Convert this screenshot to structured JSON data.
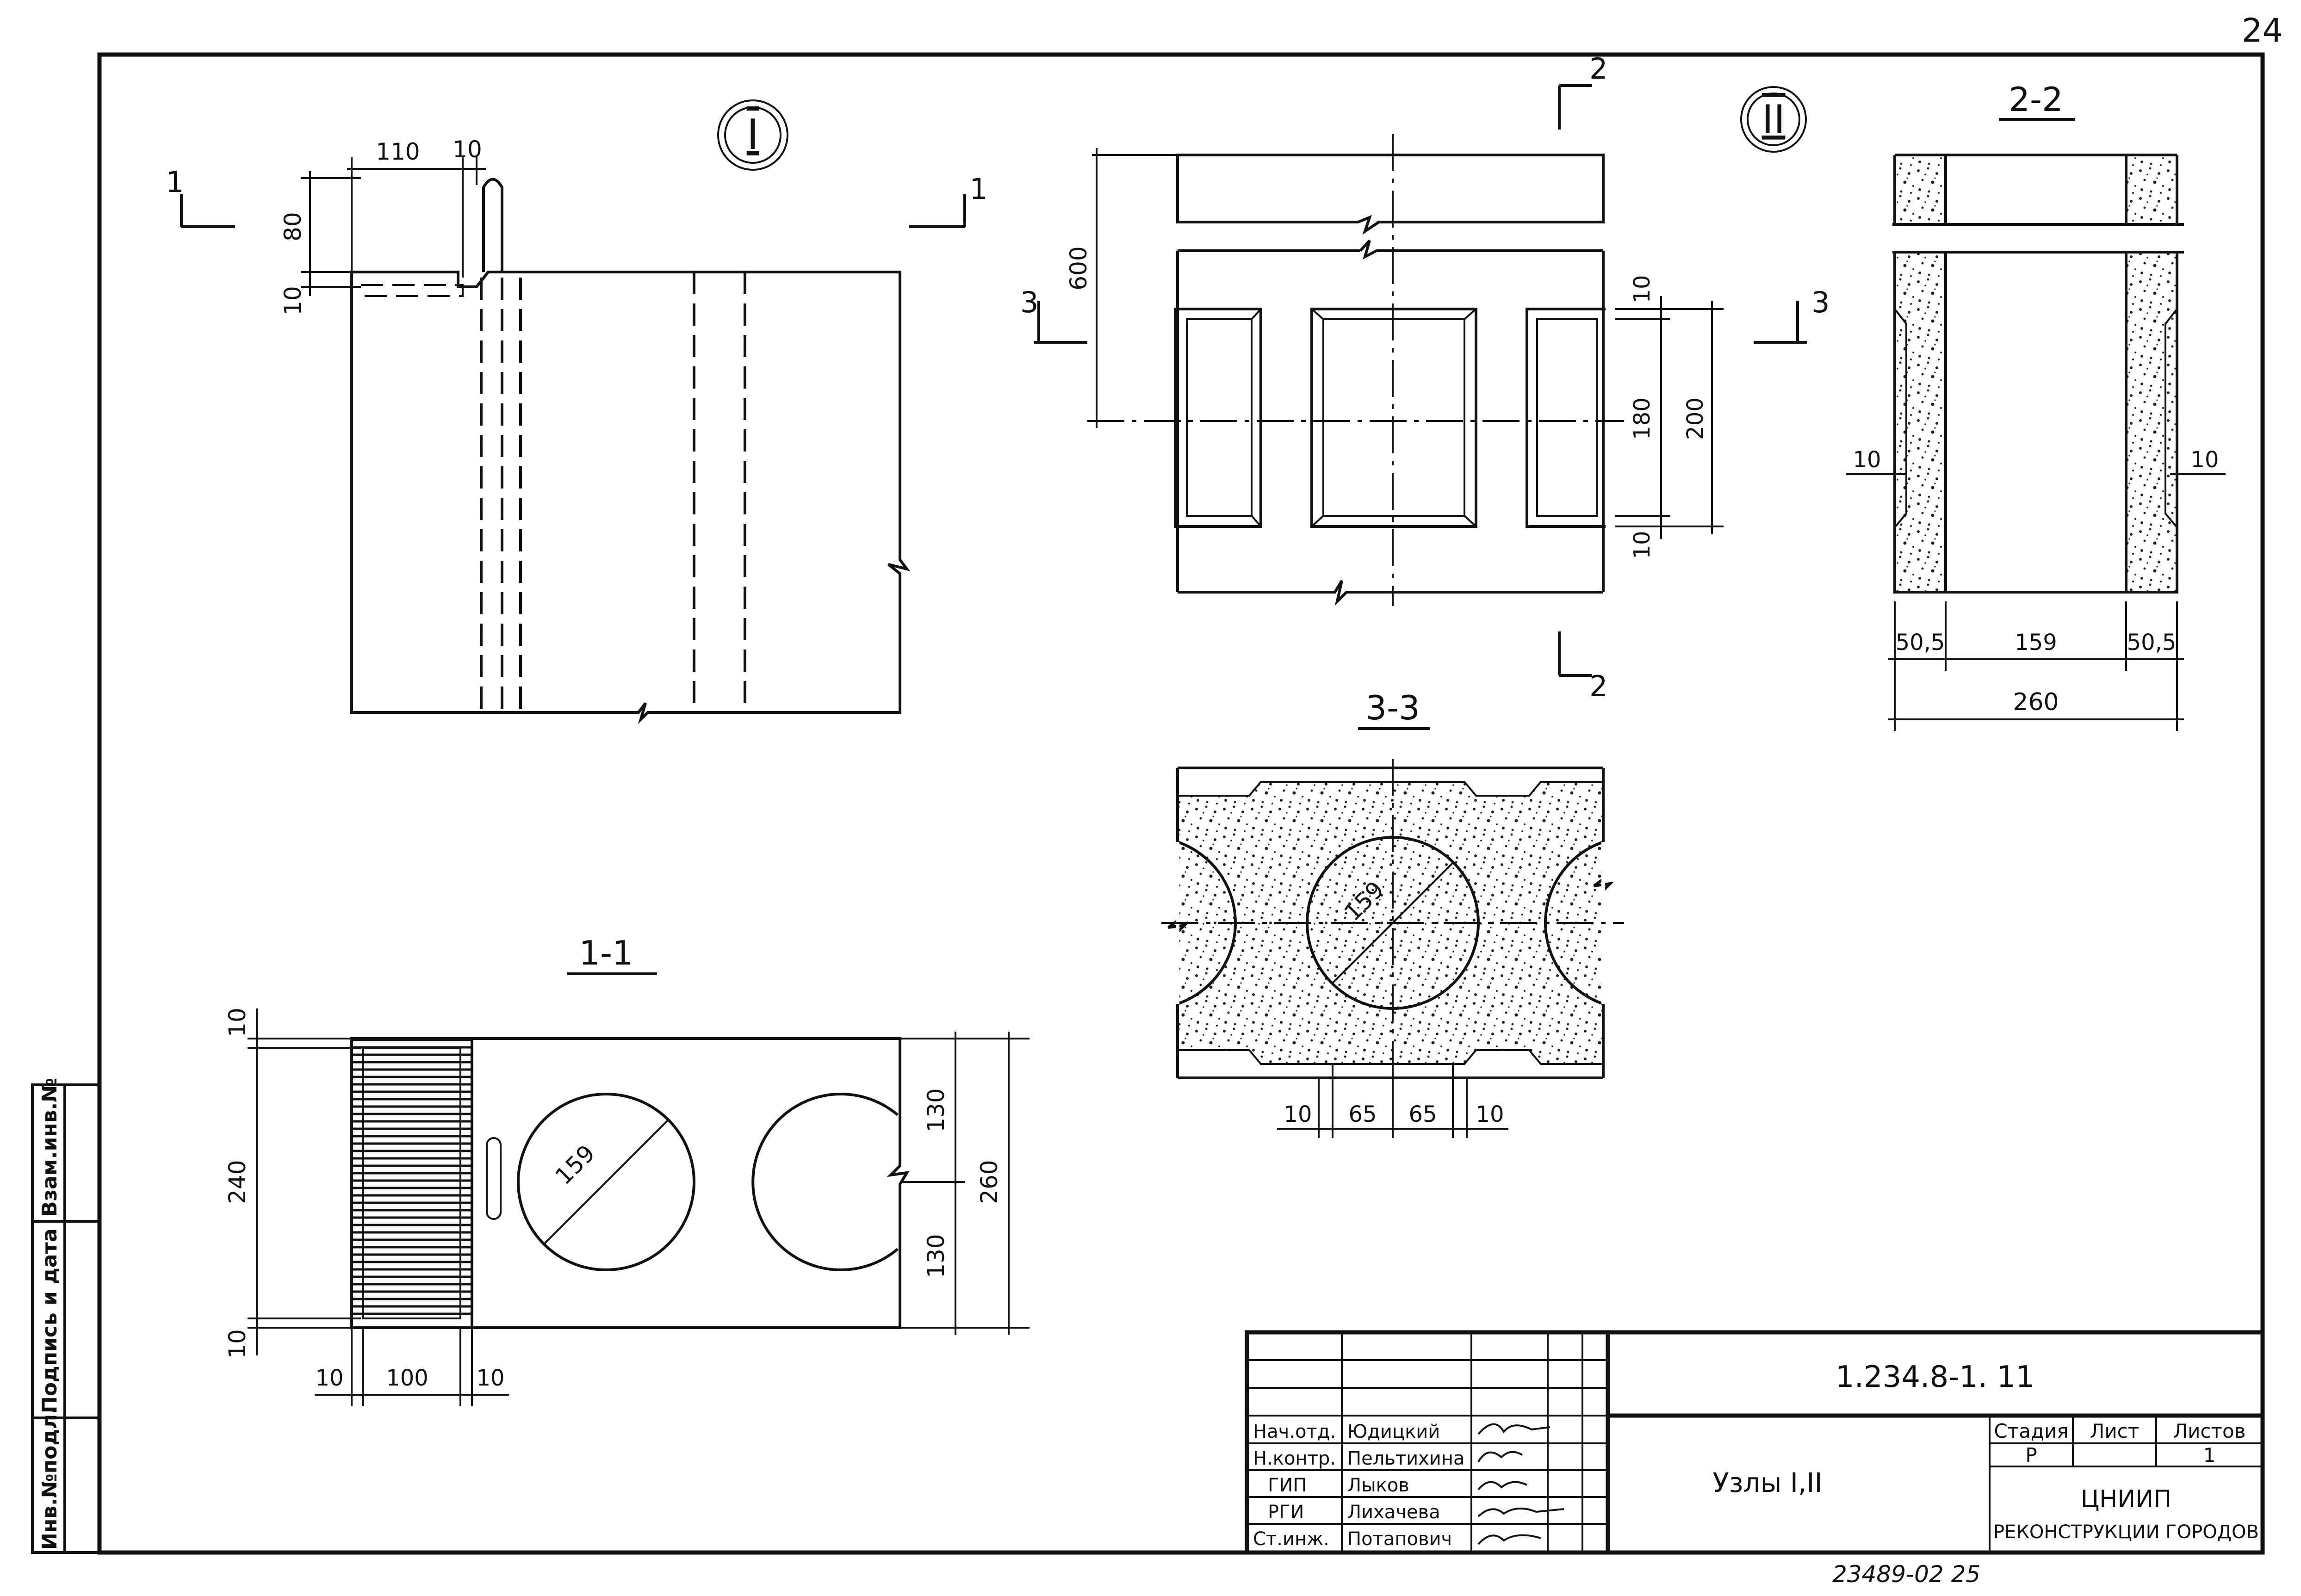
{
  "page_number": "24",
  "bottom_note": "23489-02  25",
  "detail_marks": [
    "I",
    "II"
  ],
  "section_labels": {
    "s11": "1-1",
    "s22": "2-2",
    "s33": "3-3",
    "cut1": "1",
    "cut2": "2",
    "cut3": "3"
  },
  "dims": {
    "d110": "110",
    "d10": "10",
    "d80": "80",
    "d600": "600",
    "d200": "200",
    "d180": "180",
    "d159": "159",
    "d50_5": "50,5",
    "d260": "260",
    "d65": "65",
    "d240": "240",
    "d130": "130",
    "d100": "100"
  },
  "side_stamp": {
    "inv_podl": "Инв.№подл.",
    "podpis": "Подпись и дата",
    "vzam": "Взам.инв.№"
  },
  "title_block": {
    "code": "1.234.8-1. 11",
    "title": "Узлы I,II",
    "roles": [
      {
        "role": "Нач.отд.",
        "name": "Юдицкий"
      },
      {
        "role": "Н.контр.",
        "name": "Пельтихина"
      },
      {
        "role": "ГИП",
        "name": "Лыков"
      },
      {
        "role": "РГИ",
        "name": "Лихачева"
      },
      {
        "role": "Ст.инж.",
        "name": "Потапович"
      }
    ],
    "stage_header": "Стадия",
    "sheet_header": "Лист",
    "sheets_header": "Листов",
    "stage": "Р",
    "sheets": "1",
    "org_line1": "ЦНИИП",
    "org_line2": "РЕКОНСТРУКЦИИ ГОРОДОВ"
  }
}
